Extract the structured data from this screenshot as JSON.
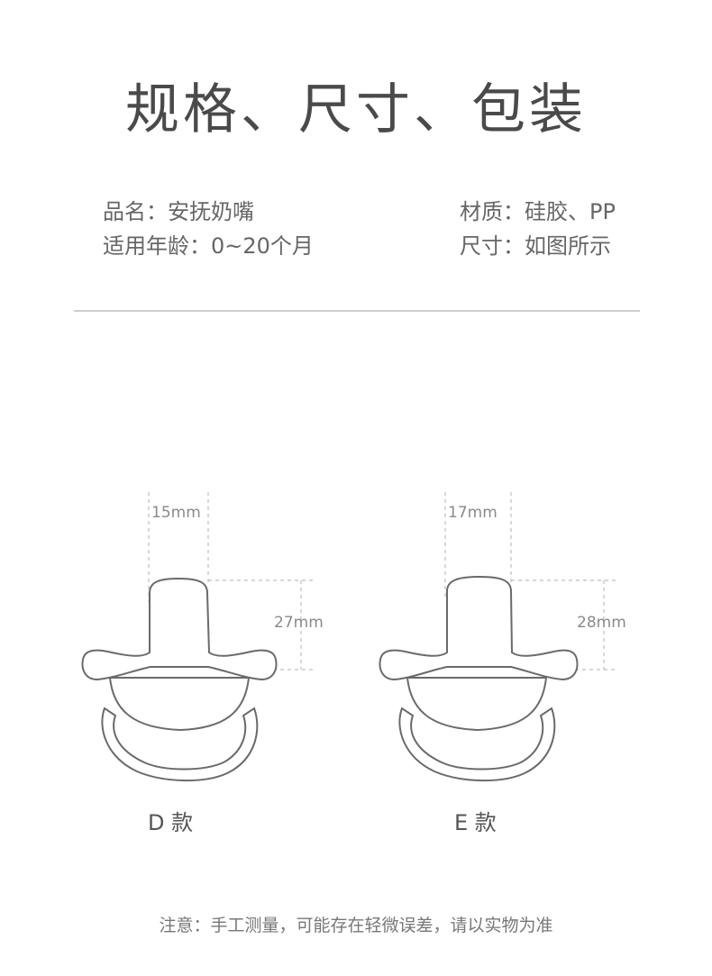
{
  "title": "规格、尺寸、包装",
  "specs": {
    "product_name_label": "品名：",
    "product_name_value": "安抚奶嘴",
    "age_label": "适用年龄：",
    "age_value": "0~20个月",
    "material_label": "材质：",
    "material_value": "硅胶、PP",
    "size_label": "尺寸：",
    "size_value": "如图所示"
  },
  "models": [
    {
      "label": "D 款",
      "width_dim": "15mm",
      "height_dim": "27mm"
    },
    {
      "label": "E 款",
      "width_dim": "17mm",
      "height_dim": "28mm"
    }
  ],
  "note": "注意：手工测量，可能存在轻微误差，请以实物为准",
  "colors": {
    "outline": "#6a6a6a",
    "dashed": "#bdbdbd",
    "divider": "#cfcfcf",
    "text": "#555555"
  }
}
